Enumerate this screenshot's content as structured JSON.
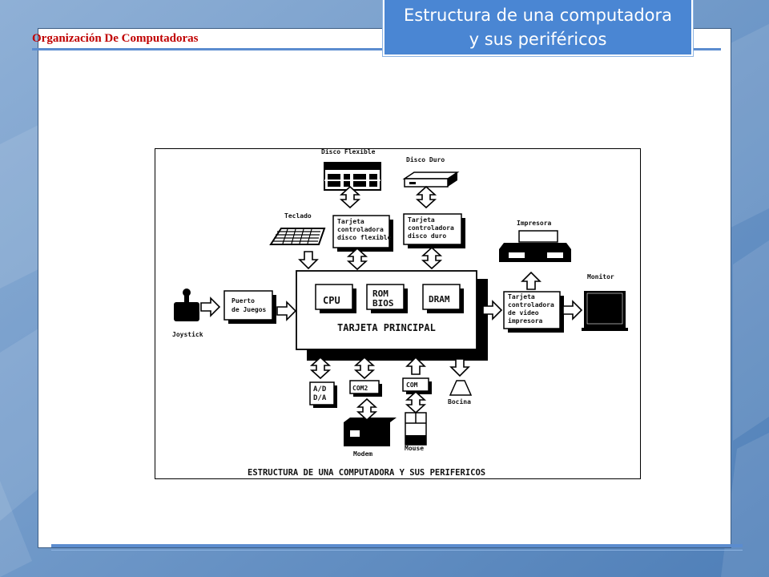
{
  "header": {
    "org_title": "Organización De Computadoras",
    "slide_title_line1": "Estructura de una computadora",
    "slide_title_line2": "y sus periféricos"
  },
  "diagram": {
    "disco_flexible": "Disco Flexible",
    "disco_duro": "Disco Duro",
    "teclado": "Teclado",
    "impresora": "Impresora",
    "monitor": "Monitor",
    "joystick": "Joystick",
    "ctrl_flexible": [
      "Tarjeta",
      "controladora",
      "disco flexible"
    ],
    "ctrl_duro": [
      "Tarjeta",
      "controladora",
      "disco duro"
    ],
    "ctrl_video": [
      "Tarjeta",
      "controladora",
      "de video",
      "impresora"
    ],
    "puerto": [
      "Puerto",
      "de Juegos"
    ],
    "cpu": "CPU",
    "rom": "ROM",
    "bios": "BIOS",
    "dram": "DRAM",
    "tarjeta_principal": "TARJETA PRINCIPAL",
    "ad": "A/D",
    "da": "D/A",
    "com2": "COM2",
    "com": "COM",
    "bocina": "Bocina",
    "modem": "Modem",
    "mouse": "Mouse",
    "caption": "ESTRUCTURA  DE UNA COMPUTADORA Y SUS PERIFERICOS"
  }
}
